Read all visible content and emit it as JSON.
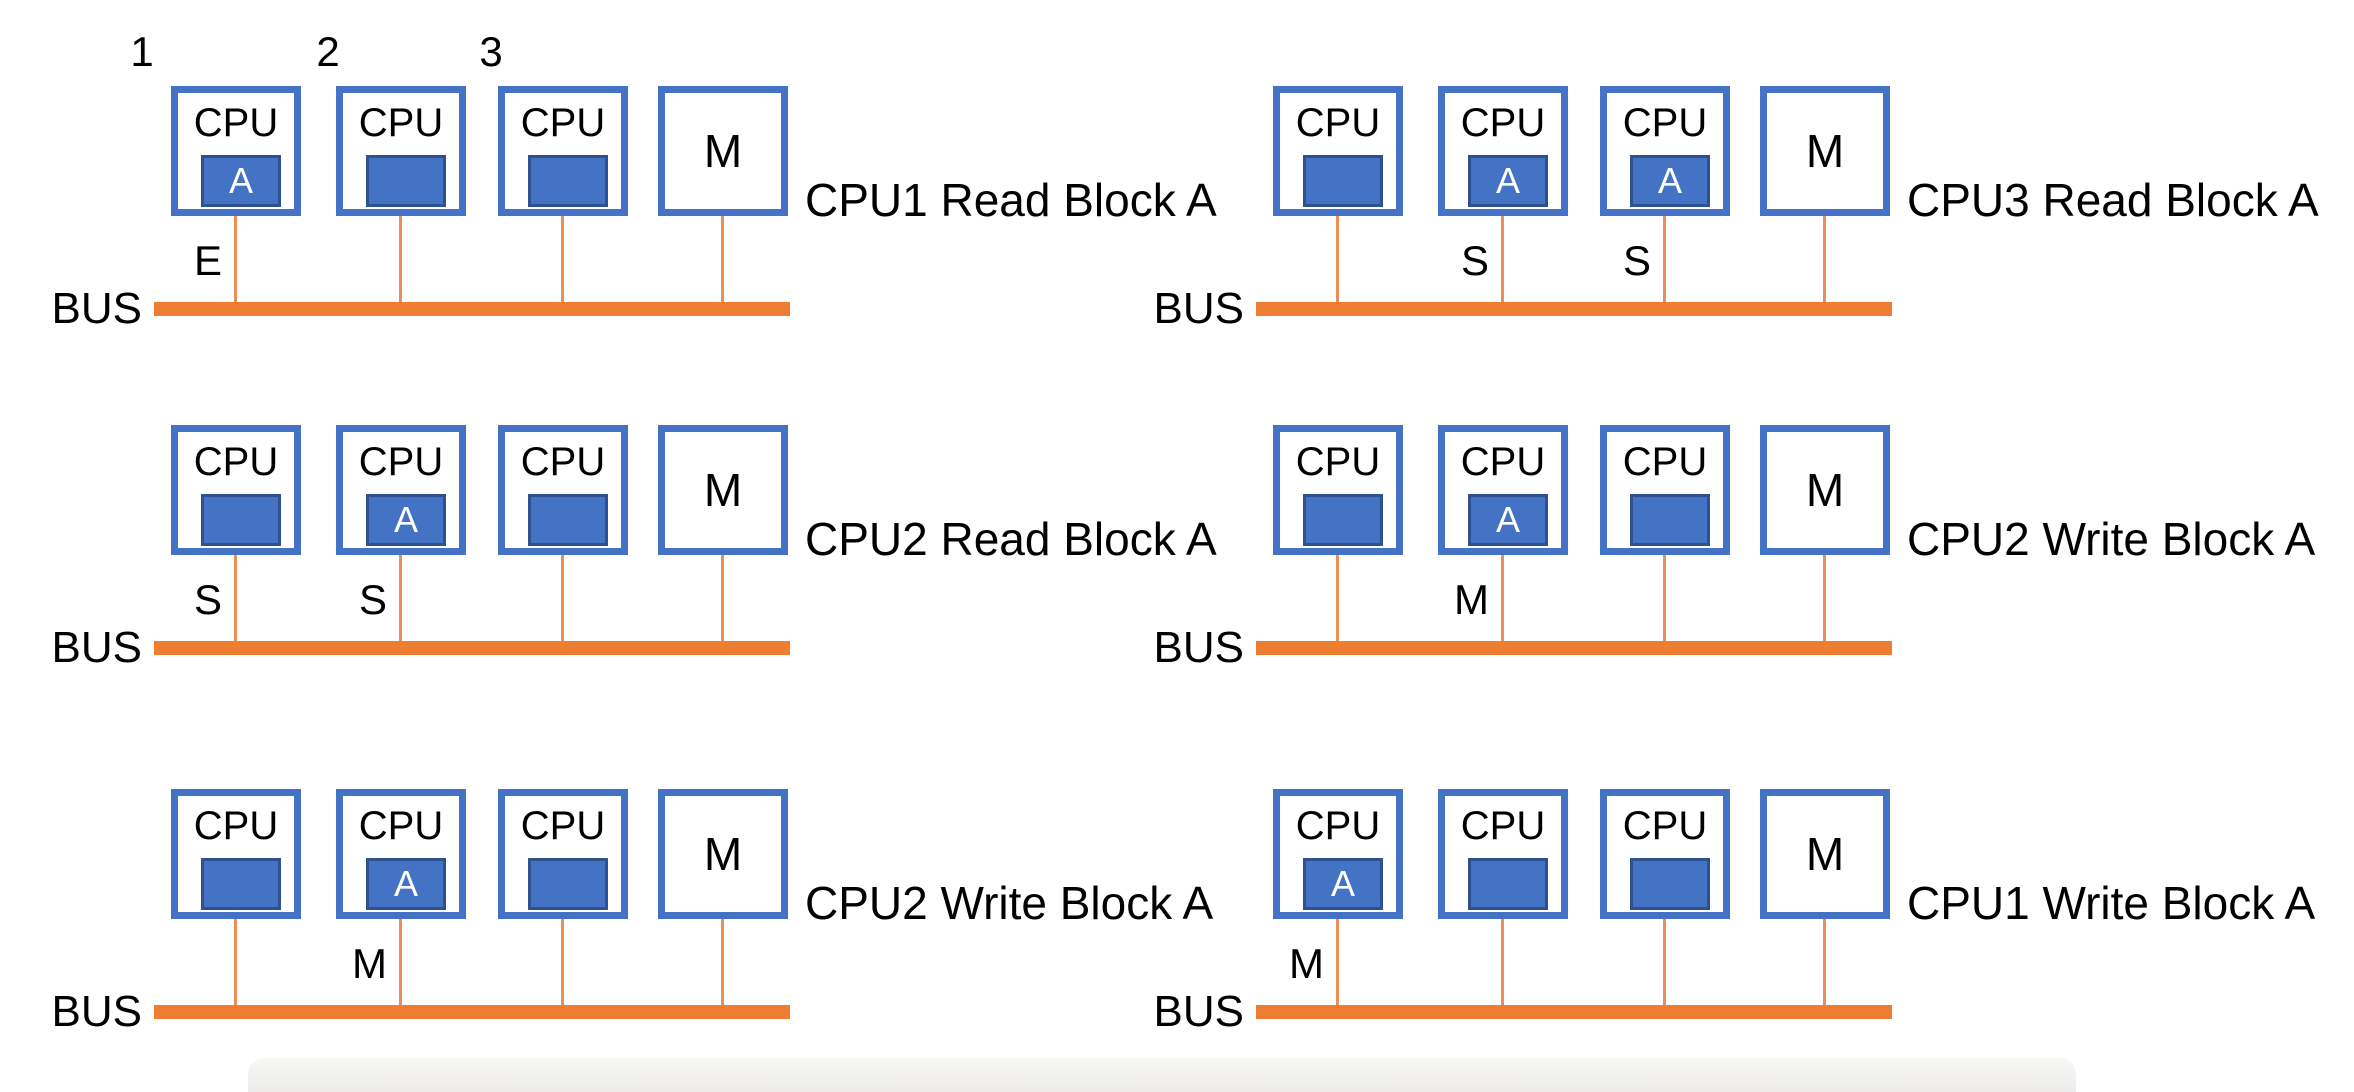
{
  "diagram": {
    "title_hint": "MESI cache coherence bus snooping scenarios",
    "labels": {
      "bus": "BUS",
      "cpu": "CPU",
      "memory": "M"
    },
    "cpu_numbers": [
      "1",
      "2",
      "3"
    ],
    "colors": {
      "box_border": "#4472C4",
      "cache_fill": "#4472C4",
      "cache_border": "#2F528F",
      "bus": "#ED7D31",
      "wire": "#ED8F54",
      "text": "#000000"
    },
    "panels": [
      {
        "caption": "CPU1 Read Block A",
        "cpus": [
          {
            "block": "A",
            "state": "E"
          },
          {
            "block": "",
            "state": ""
          },
          {
            "block": "",
            "state": ""
          }
        ]
      },
      {
        "caption": "CPU3 Read Block A",
        "cpus": [
          {
            "block": "",
            "state": ""
          },
          {
            "block": "A",
            "state": "S"
          },
          {
            "block": "A",
            "state": "S"
          }
        ]
      },
      {
        "caption": "CPU2 Read Block A",
        "cpus": [
          {
            "block": "",
            "state": "S"
          },
          {
            "block": "A",
            "state": "S"
          },
          {
            "block": "",
            "state": ""
          }
        ]
      },
      {
        "caption": "CPU2 Write Block A",
        "cpus": [
          {
            "block": "",
            "state": ""
          },
          {
            "block": "A",
            "state": "M"
          },
          {
            "block": "",
            "state": ""
          }
        ]
      },
      {
        "caption": "CPU2 Write Block A",
        "cpus": [
          {
            "block": "",
            "state": ""
          },
          {
            "block": "A",
            "state": "M"
          },
          {
            "block": "",
            "state": ""
          }
        ]
      },
      {
        "caption": "CPU1 Write Block A",
        "cpus": [
          {
            "block": "A",
            "state": "M"
          },
          {
            "block": "",
            "state": ""
          },
          {
            "block": "",
            "state": ""
          }
        ]
      }
    ]
  }
}
